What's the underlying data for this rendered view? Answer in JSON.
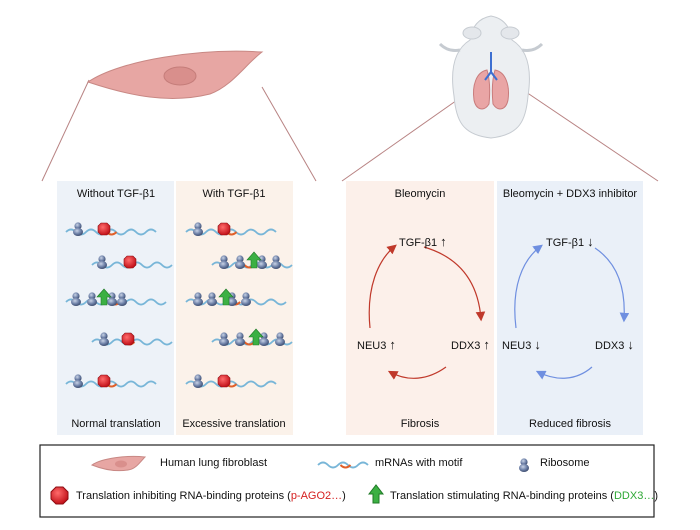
{
  "panels": {
    "without": "Without TGF-β1",
    "with": "With TGF-β1",
    "bleomycin": "Bleomycin",
    "inhibitor": "Bleomycin + DDX3 inhibitor"
  },
  "captions": {
    "normal": "Normal translation",
    "excessive": "Excessive translation",
    "fibrosis": "Fibrosis",
    "reduced": "Reduced fibrosis"
  },
  "cycle_left": {
    "top": "TGF-β1",
    "right": "DDX3",
    "left": "NEU3"
  },
  "cycle_right": {
    "top": "TGF-β1",
    "right": "DDX3",
    "left": "NEU3"
  },
  "arrows": {
    "up": "↑",
    "down": "↓"
  },
  "legend": {
    "fibroblast": "Human lung fibroblast",
    "mrna": "mRNAs with motif",
    "ribosome": "Ribosome",
    "inhibiting_prefix": "Translation inhibiting RNA-binding proteins (",
    "inhibiting_example": "p-AGO2…",
    "inhibiting_suffix": ")",
    "stimulating_prefix": "Translation stimulating RNA-binding proteins (",
    "stimulating_example": "DDX3…",
    "stimulating_suffix": ")"
  },
  "colors": {
    "left_bg": "#edf2f8",
    "mid_bg": "#fbf2ea",
    "bleo_bg": "#fcf0ea",
    "inhib_bg": "#eaf0f8",
    "fibroblast": "#e7a6a3",
    "mrna": "#78b6d8",
    "motif": "#e0602a",
    "ribosome": "#5b6f95",
    "inhibitor": "#d51f1f",
    "stimulator": "#3cb043",
    "cycle_red": "#c0392b",
    "cycle_blue": "#6f8fe0"
  }
}
